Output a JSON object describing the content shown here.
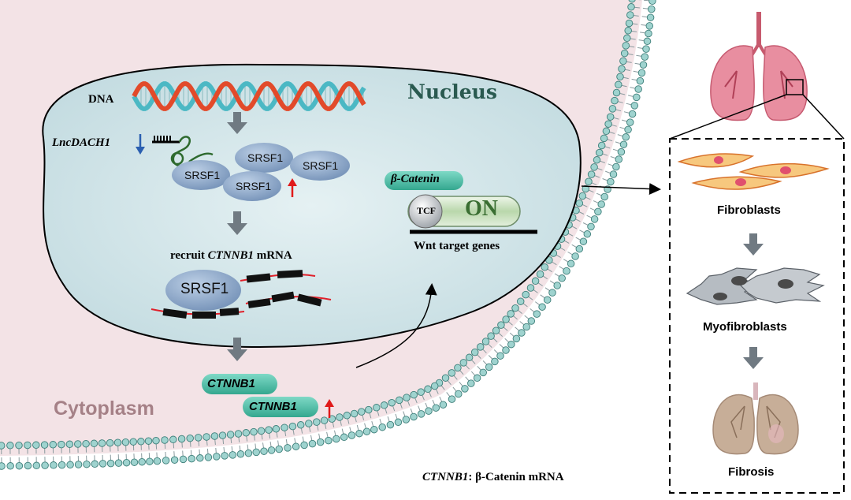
{
  "labels": {
    "dna": "DNA",
    "nucleus": "Nucleus",
    "lnc": "LncDACH1",
    "srsf": [
      "SRSF1",
      "SRSF1",
      "SRSF1",
      "SRSF1"
    ],
    "recruit_prefix": "recruit ",
    "recruit_gene": "CTNNB1",
    "recruit_suffix": " mRNA",
    "srsf_big": "SRSF1",
    "beta_catenin": "β-Catenin",
    "tcf": "TCF",
    "on": "ON",
    "wnt": "Wnt target genes",
    "ctnnb1": [
      "CTNNB1",
      "CTNNB1"
    ],
    "cytoplasm": "Cytoplasm",
    "fibroblasts": "Fibroblasts",
    "myofibroblasts": "Myofibroblasts",
    "fibrosis": "Fibrosis",
    "legend_gene": "CTNNB1",
    "legend_text": ": β-Catenin mRNA"
  },
  "colors": {
    "cytoplasm_bg": "#f3e3e6",
    "nucleus_fill": "#d5e7eb",
    "srsf_fill": "#8aa5c6",
    "teal_label": "#3fb59e",
    "dna_red": "#e24a2a",
    "dna_teal": "#4bb8c4",
    "arrow_gray": "#707a82",
    "up_arrow": "#e01a1a",
    "down_arrow": "#2a5fb0"
  },
  "icons": [
    "lung-icon",
    "fibroblast-cell-icon",
    "myofibroblast-cell-icon",
    "fibrotic-lung-icon"
  ]
}
